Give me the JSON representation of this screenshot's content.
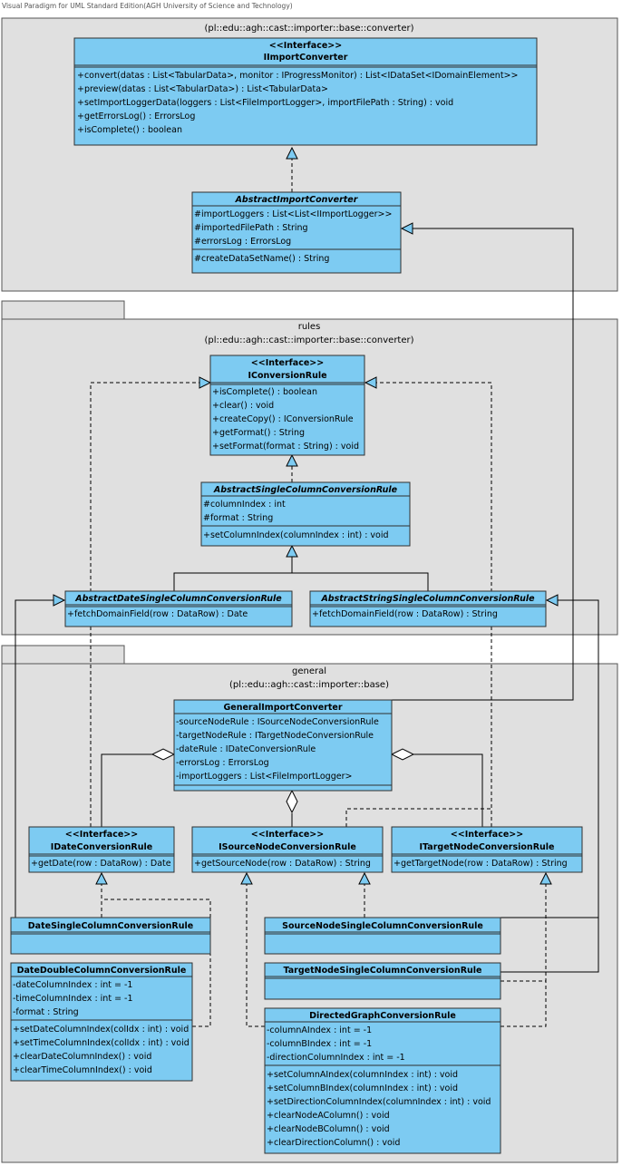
{
  "watermark": "Visual Paradigm for UML Standard Edition(AGH University of Science and Technology)",
  "packages": {
    "converter": {
      "path": "(pl::edu::agh::cast::importer::base::converter)"
    },
    "rules": {
      "name": "rules",
      "path": "(pl::edu::agh::cast::importer::base::converter)"
    },
    "general": {
      "name": "general",
      "path": "(pl::edu::agh::cast::importer::base)"
    }
  },
  "classes": {
    "iimport": {
      "stereo": "<<Interface>>",
      "name": "IImportConverter",
      "attrs": [],
      "ops": [
        "+convert(datas : List<TabularData>, monitor : IProgressMonitor) : List<IDataSet<IDomainElement>>",
        "+preview(datas : List<TabularData>) : List<TabularData>",
        "+setImportLoggerData(loggers : List<FileImportLogger>, importFilePath : String) : void",
        "+getErrorsLog() : ErrorsLog",
        "+isComplete() : boolean"
      ]
    },
    "abstractimport": {
      "name": "AbstractImportConverter",
      "attrs": [
        "#importLoggers : List<List<IImportLogger>>",
        "#importedFilePath : String",
        "#errorsLog : ErrorsLog"
      ],
      "ops": [
        "#createDataSetName() : String"
      ]
    },
    "iconvrule": {
      "stereo": "<<Interface>>",
      "name": "IConversionRule",
      "attrs": [],
      "ops": [
        "+isComplete() : boolean",
        "+clear() : void",
        "+createCopy() : IConversionRule",
        "+getFormat() : String",
        "+setFormat(format : String) : void"
      ]
    },
    "abssingle": {
      "name": "AbstractSingleColumnConversionRule",
      "attrs": [
        "#columnIndex : int",
        "#format : String"
      ],
      "ops": [
        "+setColumnIndex(columnIndex : int) : void"
      ]
    },
    "absdate": {
      "name": "AbstractDateSingleColumnConversionRule",
      "attrs": [],
      "ops": [
        "+fetchDomainField(row : DataRow) : Date"
      ]
    },
    "absstring": {
      "name": "AbstractStringSingleColumnConversionRule",
      "attrs": [],
      "ops": [
        "+fetchDomainField(row : DataRow) : String"
      ]
    },
    "general": {
      "name": "GeneralImportConverter",
      "attrs": [
        "-sourceNodeRule : ISourceNodeConversionRule",
        "-targetNodeRule : ITargetNodeConversionRule",
        "-dateRule : IDateConversionRule",
        "-errorsLog : ErrorsLog",
        "-importLoggers : List<FileImportLogger>"
      ],
      "ops": []
    },
    "idate": {
      "stereo": "<<Interface>>",
      "name": "IDateConversionRule",
      "attrs": [],
      "ops": [
        "+getDate(row : DataRow) : Date"
      ]
    },
    "isource": {
      "stereo": "<<Interface>>",
      "name": "ISourceNodeConversionRule",
      "attrs": [],
      "ops": [
        "+getSourceNode(row : DataRow) : String"
      ]
    },
    "itarget": {
      "stereo": "<<Interface>>",
      "name": "ITargetNodeConversionRule",
      "attrs": [],
      "ops": [
        "+getTargetNode(row : DataRow) : String"
      ]
    },
    "datesingle": {
      "name": "DateSingleColumnConversionRule",
      "attrs": [],
      "ops": []
    },
    "sourcesingle": {
      "name": "SourceNodeSingleColumnConversionRule",
      "attrs": [],
      "ops": []
    },
    "targetsingle": {
      "name": "TargetNodeSingleColumnConversionRule",
      "attrs": [],
      "ops": []
    },
    "datedouble": {
      "name": "DateDoubleColumnConversionRule",
      "attrs": [
        "-dateColumnIndex : int = -1",
        "-timeColumnIndex : int = -1",
        "-format : String"
      ],
      "ops": [
        "+setDateColumnIndex(colIdx : int) : void",
        "+setTimeColumnIndex(colIdx : int) : void",
        "+clearDateColumnIndex() : void",
        "+clearTimeColumnIndex() : void"
      ]
    },
    "directed": {
      "name": "DirectedGraphConversionRule",
      "attrs": [
        "-columnAIndex : int = -1",
        "-columnBIndex : int = -1",
        "-directionColumnIndex : int = -1"
      ],
      "ops": [
        "+setColumnAIndex(columnIndex : int) : void",
        "+setColumnBIndex(columnIndex : int) : void",
        "+setDirectionColumnIndex(columnIndex : int) : void",
        "+clearNodeAColumn() : void",
        "+clearNodeBColumn() : void",
        "+clearDirectionColumn() : void"
      ]
    }
  }
}
